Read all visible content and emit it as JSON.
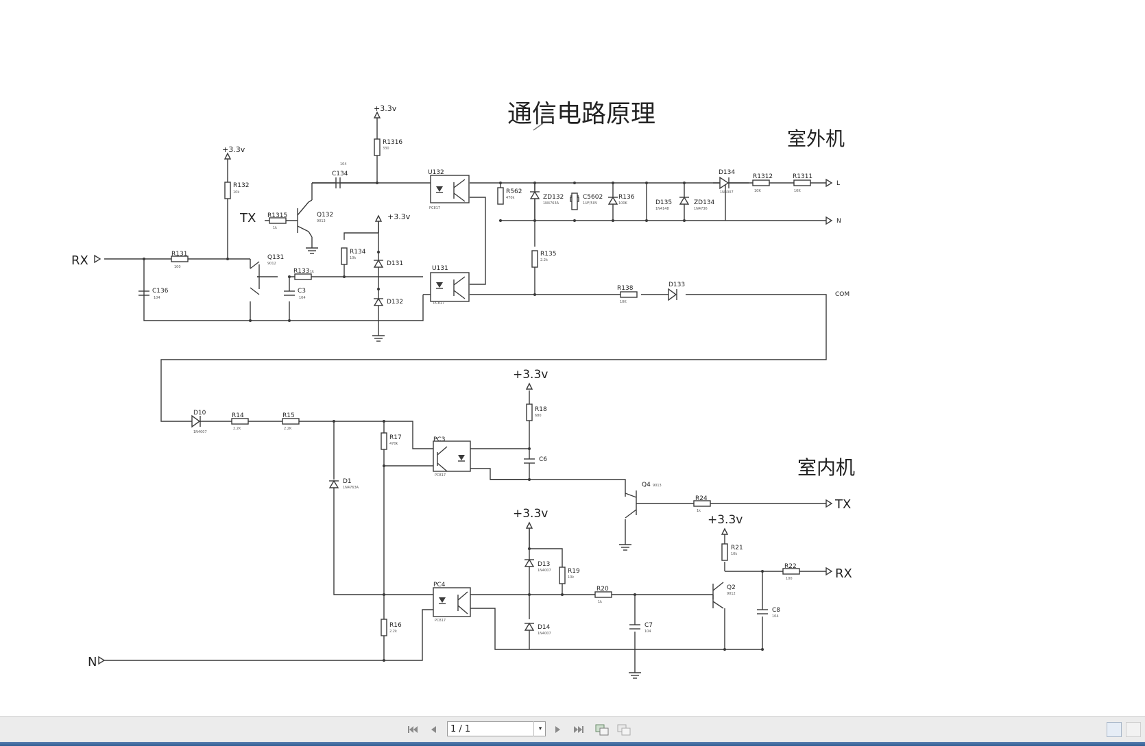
{
  "title": "通信电路原理",
  "units": {
    "outdoor": "室外机",
    "indoor": "室内机"
  },
  "supply": "+3.3v",
  "nets": {
    "rx": "RX",
    "tx": "TX",
    "l": "L",
    "n": "N",
    "com": "COM"
  },
  "outdoor": {
    "R132": {
      "ref": "R132",
      "val": "10k"
    },
    "R1316": {
      "ref": "R1316",
      "val": "330"
    },
    "C134": {
      "ref": "C134",
      "val": "104"
    },
    "U132": {
      "ref": "U132",
      "val": "PC817"
    },
    "R562": {
      "ref": "R562",
      "val": "470k"
    },
    "ZD132": {
      "ref": "ZD132",
      "val": "1N4763A"
    },
    "C5602": {
      "ref": "C5602",
      "val": "1UF/50V"
    },
    "R136": {
      "ref": "R136",
      "val": "100K"
    },
    "D135": {
      "ref": "D135",
      "val": "1N4148"
    },
    "ZD134": {
      "ref": "ZD134",
      "val": "1N4736"
    },
    "D134": {
      "ref": "D134",
      "val": "1N4007"
    },
    "R1312": {
      "ref": "R1312",
      "val": "10K"
    },
    "R1311": {
      "ref": "R1311",
      "val": "10K"
    },
    "R1315": {
      "ref": "R1315",
      "val": "1k"
    },
    "Q132": {
      "ref": "Q132",
      "val": "9013"
    },
    "R131": {
      "ref": "R131",
      "val": "100"
    },
    "Q131": {
      "ref": "Q131",
      "val": "9012"
    },
    "R133": {
      "ref": "R133",
      "val": "1k"
    },
    "R134": {
      "ref": "R134",
      "val": "10k"
    },
    "D131": {
      "ref": "D131",
      "val": ""
    },
    "D132": {
      "ref": "D132",
      "val": ""
    },
    "U131": {
      "ref": "U131",
      "val": "PC817"
    },
    "R135": {
      "ref": "R135",
      "val": "2.2k"
    },
    "R138": {
      "ref": "R138",
      "val": "10K"
    },
    "D133": {
      "ref": "D133",
      "val": ""
    },
    "C136": {
      "ref": "C136",
      "val": "104"
    },
    "C3": {
      "ref": "C3",
      "val": "104"
    }
  },
  "indoor": {
    "D10": {
      "ref": "D10",
      "val": "1N4007"
    },
    "R14": {
      "ref": "R14",
      "val": "2.2K"
    },
    "R15": {
      "ref": "R15",
      "val": "2.2K"
    },
    "R17": {
      "ref": "R17",
      "val": "470k"
    },
    "PC3": {
      "ref": "PC3",
      "val": "PC817"
    },
    "R18": {
      "ref": "R18",
      "val": "680"
    },
    "C6": {
      "ref": "C6",
      "val": ""
    },
    "D1": {
      "ref": "D1",
      "val": "1N4763A"
    },
    "Q4": {
      "ref": "Q4",
      "val": "9013"
    },
    "R24": {
      "ref": "R24",
      "val": "1k"
    },
    "D13": {
      "ref": "D13",
      "val": "1N4007"
    },
    "R19": {
      "ref": "R19",
      "val": "10k"
    },
    "PC4": {
      "ref": "PC4",
      "val": "PC817"
    },
    "R20": {
      "ref": "R20",
      "val": "1k"
    },
    "R16": {
      "ref": "R16",
      "val": "2.2k"
    },
    "D14": {
      "ref": "D14",
      "val": "1N4007"
    },
    "C7": {
      "ref": "C7",
      "val": "104"
    },
    "R21": {
      "ref": "R21",
      "val": "10k"
    },
    "Q2": {
      "ref": "Q2",
      "val": "9012"
    },
    "R22": {
      "ref": "R22",
      "val": "100"
    },
    "C8": {
      "ref": "C8",
      "val": "104"
    }
  },
  "toolbar": {
    "page_indicator": "1 / 1",
    "dropdown_glyph": "▾"
  },
  "icons": {
    "first": "first-page-icon",
    "prev": "previous-page-icon",
    "next": "next-page-icon",
    "last": "last-page-icon",
    "copy": "copy-page-icon",
    "view": "view-mode-icon"
  },
  "colors": {
    "wire": "#3a3a3a",
    "toolbar_bg": "#ececec",
    "accent": "#2f5d93"
  }
}
